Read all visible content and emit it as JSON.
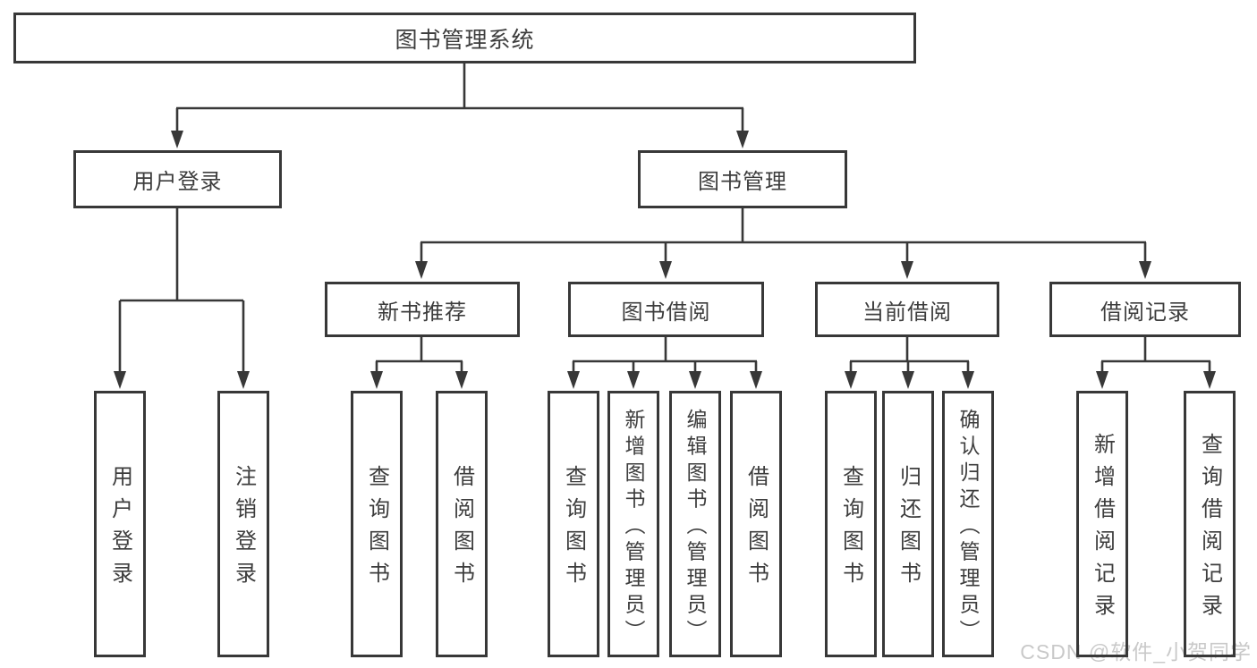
{
  "colors": {
    "background": "#ffffff",
    "line": "#383838",
    "box_border": "#383838",
    "text": "#3d3d3d",
    "watermark": "#c9c9c9"
  },
  "diagram": {
    "root": {
      "label": "图书管理系统"
    },
    "level2": [
      {
        "label": "用户登录"
      },
      {
        "label": "图书管理"
      }
    ],
    "level3": [
      {
        "label": "新书推荐"
      },
      {
        "label": "图书借阅"
      },
      {
        "label": "当前借阅"
      },
      {
        "label": "借阅记录"
      }
    ],
    "leaves": [
      {
        "label": "用户登录"
      },
      {
        "label": "注销登录"
      },
      {
        "label": "查询图书"
      },
      {
        "label": "借阅图书"
      },
      {
        "label": "查询图书"
      },
      {
        "label": "新增图书（管理员）"
      },
      {
        "label": "编辑图书（管理员）"
      },
      {
        "label": "借阅图书"
      },
      {
        "label": "查询图书"
      },
      {
        "label": "归还图书"
      },
      {
        "label": "确认归还（管理员）"
      },
      {
        "label": "新增借阅记录"
      },
      {
        "label": "查询借阅记录"
      }
    ]
  },
  "watermark": {
    "text": "CSDN @软件_小贺同学"
  }
}
